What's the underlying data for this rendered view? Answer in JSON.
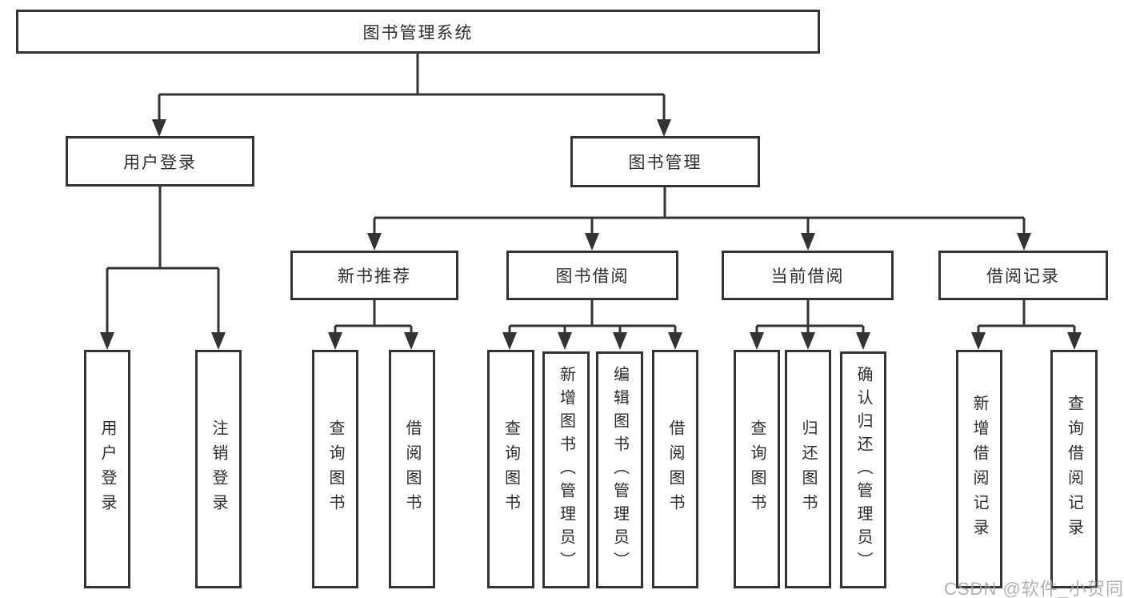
{
  "diagram": {
    "root": {
      "label": "图书管理系统"
    },
    "branches": [
      {
        "label": "用户登录",
        "children": [
          {
            "label": "用户登录"
          },
          {
            "label": "注销登录"
          }
        ]
      },
      {
        "label": "图书管理",
        "children": [
          {
            "label": "新书推荐",
            "children": [
              {
                "label": "查询图书"
              },
              {
                "label": "借阅图书"
              }
            ]
          },
          {
            "label": "图书借阅",
            "children": [
              {
                "label": "查询图书"
              },
              {
                "label": "新增图书（管理员）"
              },
              {
                "label": "编辑图书（管理员）"
              },
              {
                "label": "借阅图书"
              }
            ]
          },
          {
            "label": "当前借阅",
            "children": [
              {
                "label": "查询图书"
              },
              {
                "label": "归还图书"
              },
              {
                "label": "确认归还（管理员）"
              }
            ]
          },
          {
            "label": "借阅记录",
            "children": [
              {
                "label": "新增借阅记录"
              },
              {
                "label": "查询借阅记录"
              }
            ]
          }
        ]
      }
    ],
    "colors": {
      "line": "#333333",
      "box_border": "#333333",
      "box_fill": "#ffffff",
      "text": "#2d2d2d",
      "watermark": "#a5a5a5"
    }
  },
  "watermark": {
    "text": "CSDN @软件_小贺同学"
  }
}
